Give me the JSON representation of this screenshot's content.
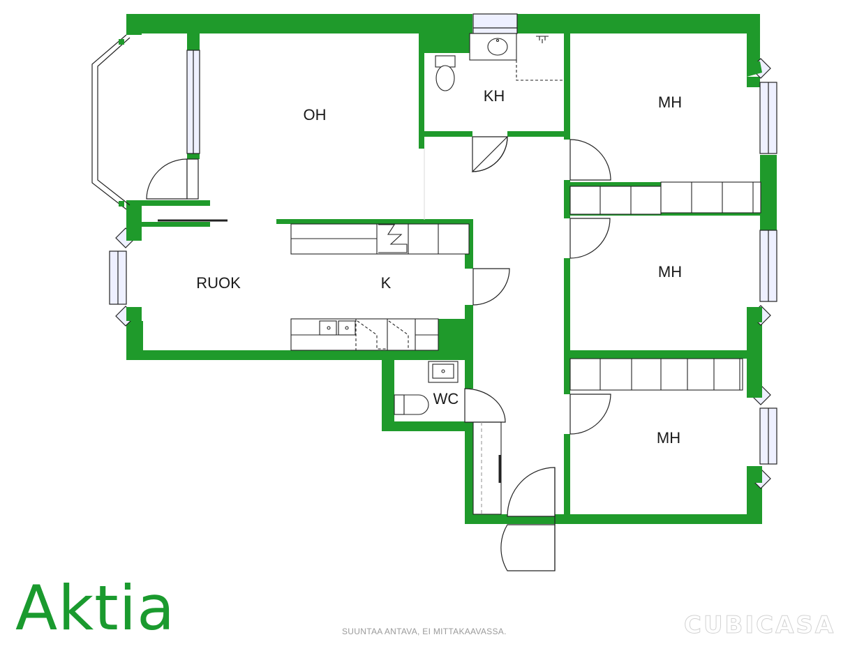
{
  "colors": {
    "wall": "#1f9a2b",
    "fixture_line": "#222222",
    "window_fill": "#eef0ff",
    "background": "#ffffff"
  },
  "rooms": [
    {
      "id": "oh",
      "label": "OH"
    },
    {
      "id": "kh",
      "label": "KH"
    },
    {
      "id": "mh1",
      "label": "MH"
    },
    {
      "id": "mh2",
      "label": "MH"
    },
    {
      "id": "mh3",
      "label": "MH"
    },
    {
      "id": "ruok",
      "label": "RUOK"
    },
    {
      "id": "k",
      "label": "K"
    },
    {
      "id": "wc",
      "label": "WC"
    }
  ],
  "branding": {
    "logo_text": "Aktia",
    "disclaimer": "SUUNTAA ANTAVA, EI MITTAKAAVASSA.",
    "watermark": "CUBICASA"
  }
}
